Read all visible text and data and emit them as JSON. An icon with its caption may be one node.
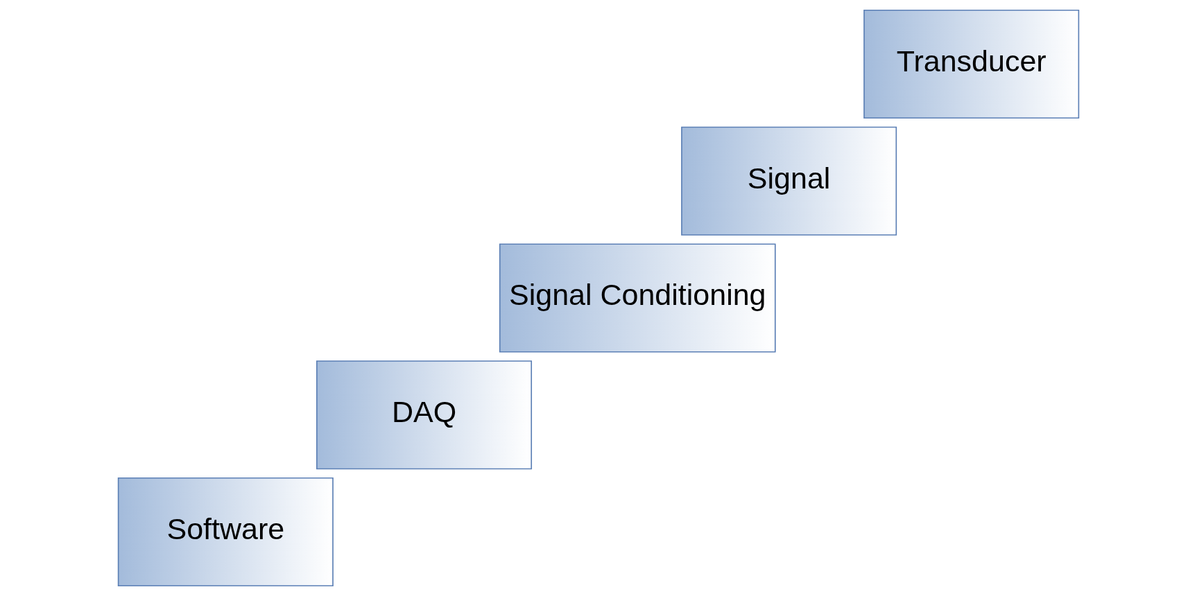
{
  "diagram": {
    "nodes": [
      {
        "text": [
          "Transducer"
        ]
      },
      {
        "text": [
          "Signal"
        ]
      },
      {
        "text": [
          "Signal Conditioning"
        ]
      },
      {
        "text": [
          "DAQ"
        ]
      },
      {
        "text": [
          "Software"
        ]
      }
    ]
  }
}
